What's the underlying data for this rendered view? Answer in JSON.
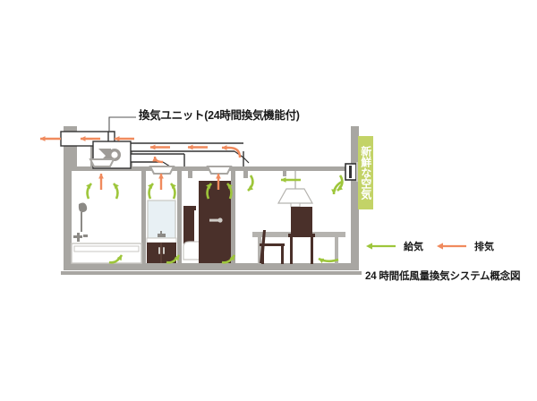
{
  "diagram": {
    "unit_label": "換気ユニット(24時間換気機能付)",
    "fresh_air_label": "新鮮な空気",
    "caption": "24 時間低風量換気システム概念図",
    "legend": {
      "supply": {
        "label": "給気",
        "color": "#9ec63b",
        "icon": "left-arrow-icon"
      },
      "exhaust": {
        "label": "排気",
        "color": "#f08a5d",
        "icon": "left-arrow-icon"
      }
    },
    "colors": {
      "wall": "#a8a6a2",
      "furniture_dark": "#4a302a",
      "supply_green": "#9ec63b",
      "exhaust_orange": "#f08a5d",
      "duct_outline": "#333333",
      "fresh_air_badge": "#c3d367",
      "mirror": "#e8f0f4"
    },
    "rooms": [
      {
        "name": "bathroom",
        "fixtures": [
          "shower-head",
          "faucet",
          "bathtub"
        ]
      },
      {
        "name": "washroom",
        "fixtures": [
          "mirror",
          "vanity-cabinet",
          "sink-faucet"
        ]
      },
      {
        "name": "toilet-room",
        "fixtures": [
          "toilet",
          "door",
          "door-handle",
          "tank"
        ]
      },
      {
        "name": "dining-room",
        "fixtures": [
          "pendant-lamp",
          "dining-table",
          "chair-left",
          "chair-right",
          "wall-vent"
        ]
      }
    ],
    "equipment": {
      "fan_unit": "ventilation-fan-unit",
      "ceiling_diffusers": 3,
      "exhaust_outlet": "exterior-exhaust-outlet",
      "wall_vent": "exterior-wall-vent"
    }
  }
}
